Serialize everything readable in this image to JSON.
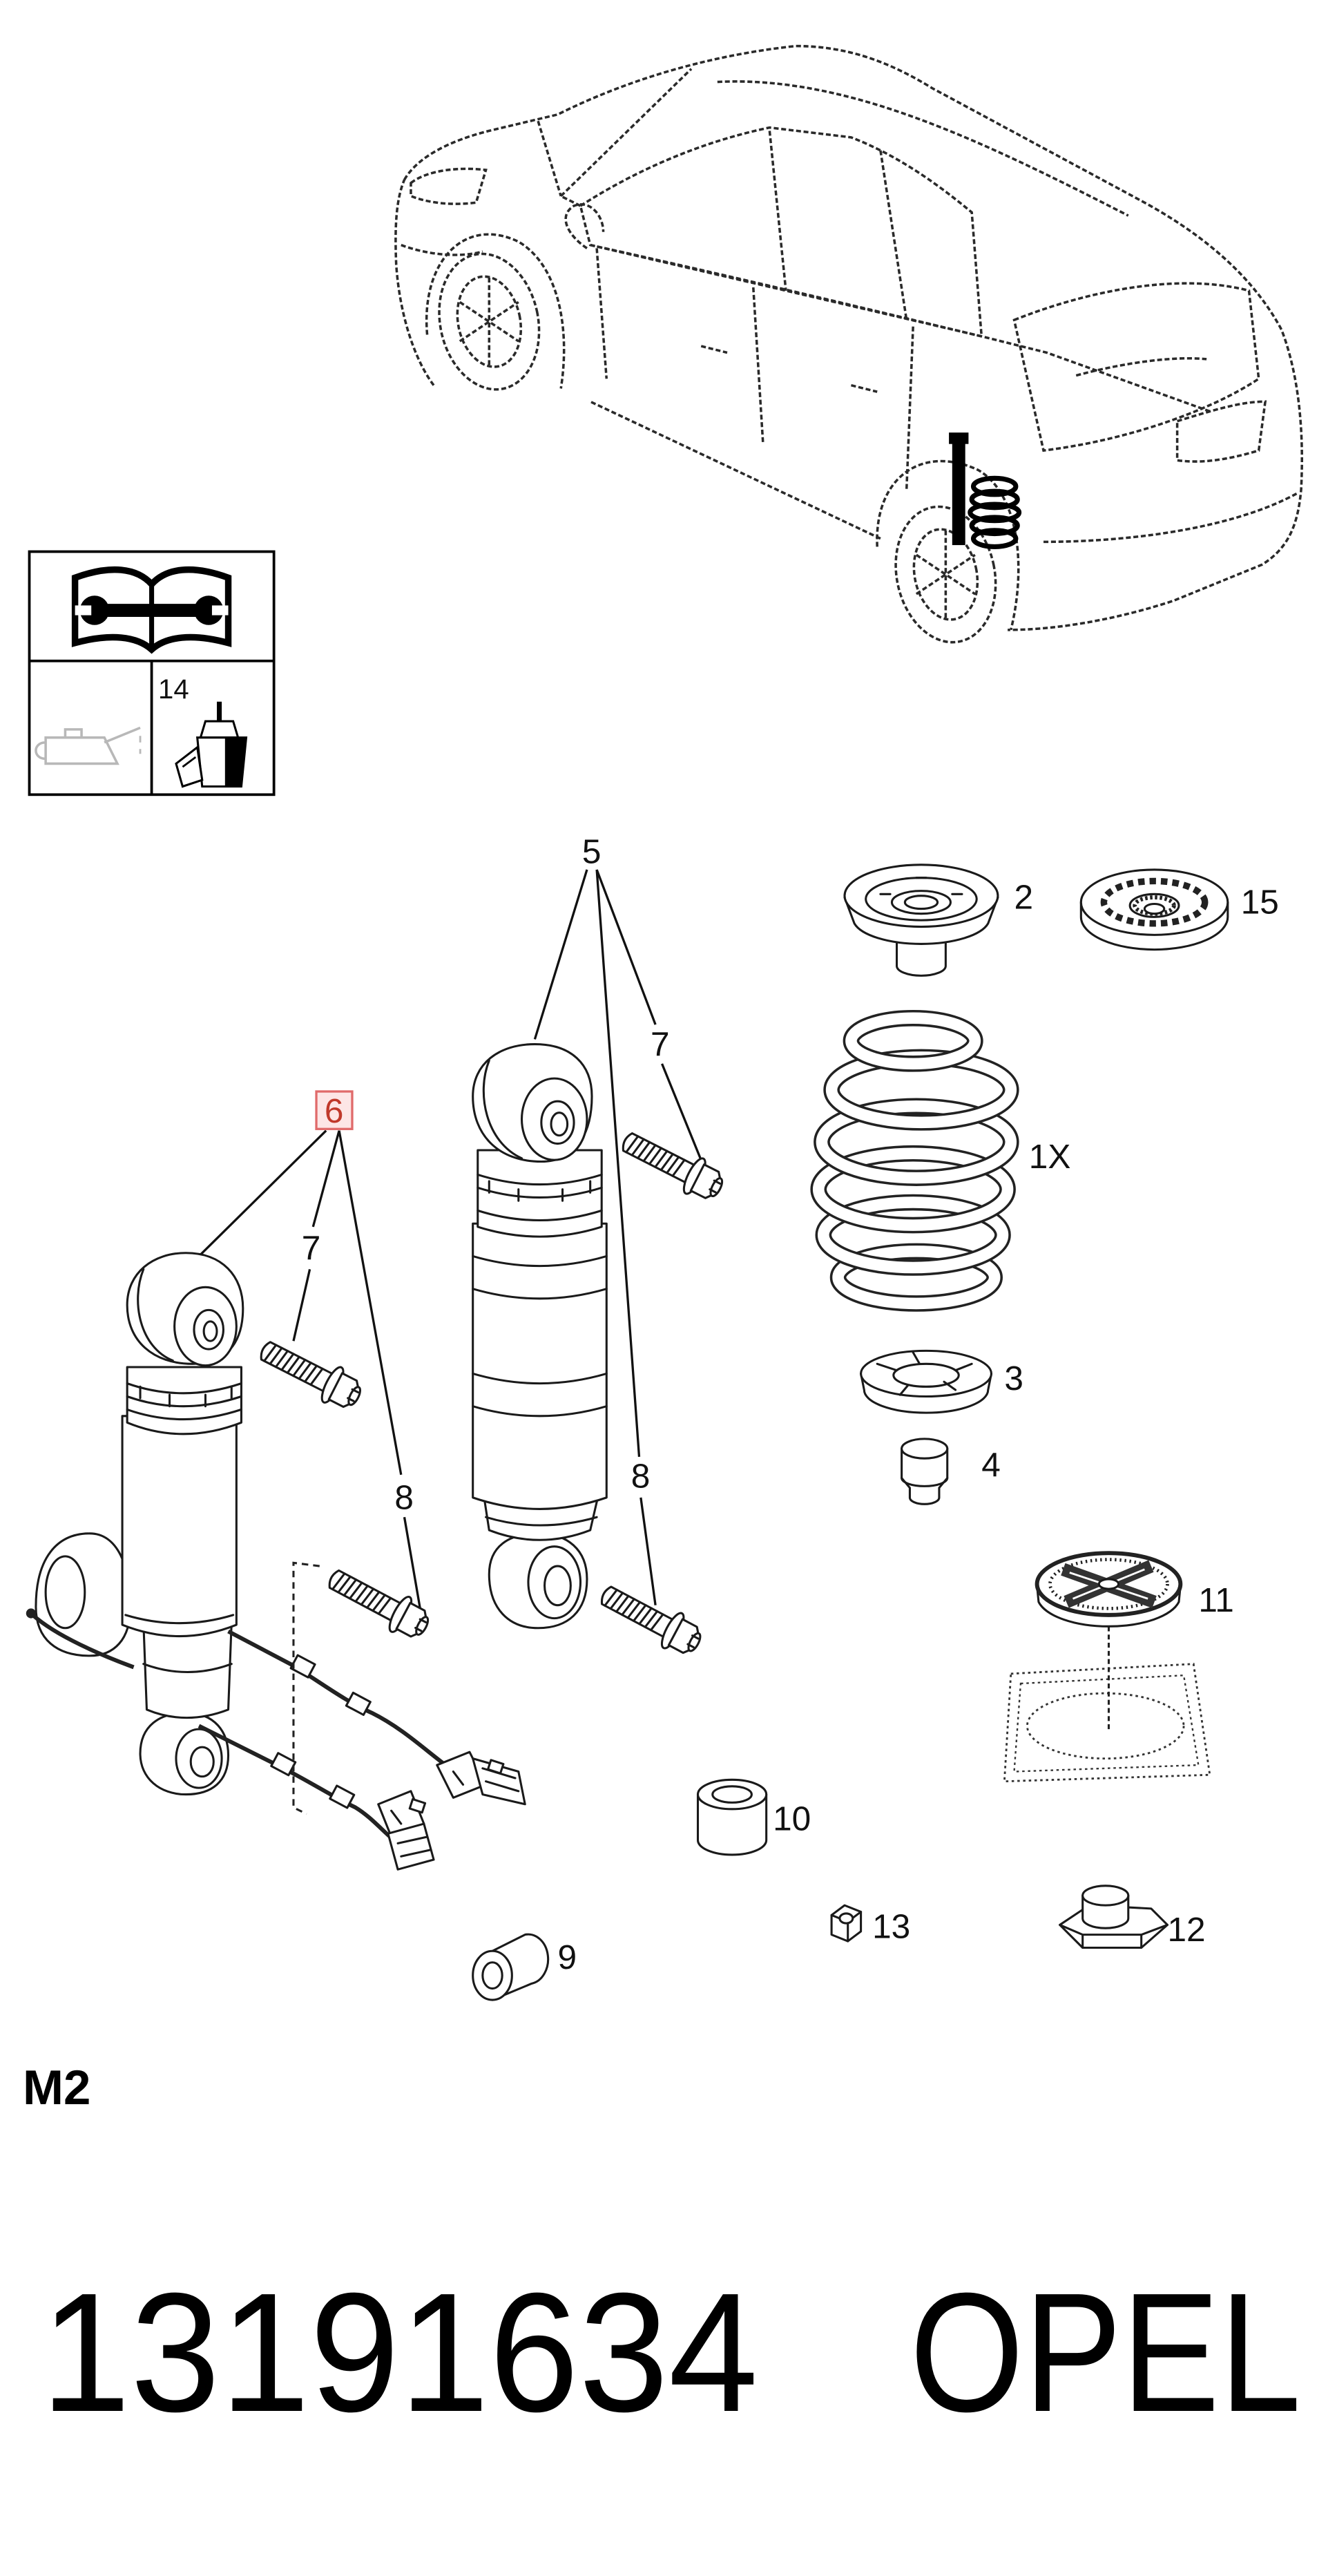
{
  "page": {
    "section_code": "M2",
    "part_number": "13191634",
    "brand": "OPEL"
  },
  "service_icons": {
    "manual_icon": "repair-manual-wrench-icon",
    "oil_icon": "oil-can-icon",
    "adhesive_icon": "adhesive-bottle-icon",
    "adhesive_label": "14"
  },
  "callouts": {
    "c5": "5",
    "c2": "2",
    "c15": "15",
    "c7_right": "7",
    "c6": "6",
    "c1x": "1X",
    "c7_left": "7",
    "c3": "3",
    "c4": "4",
    "c8_left": "8",
    "c8_right": "8",
    "c11": "11",
    "c10": "10",
    "c13": "13",
    "c12": "12",
    "c9": "9"
  },
  "colors": {
    "line": "#1a1a1a",
    "highlight_border": "#e06a6a",
    "highlight_fill": "#fde6e6",
    "highlight_text": "#c0392b",
    "faded_icon": "#b8b8b8"
  }
}
